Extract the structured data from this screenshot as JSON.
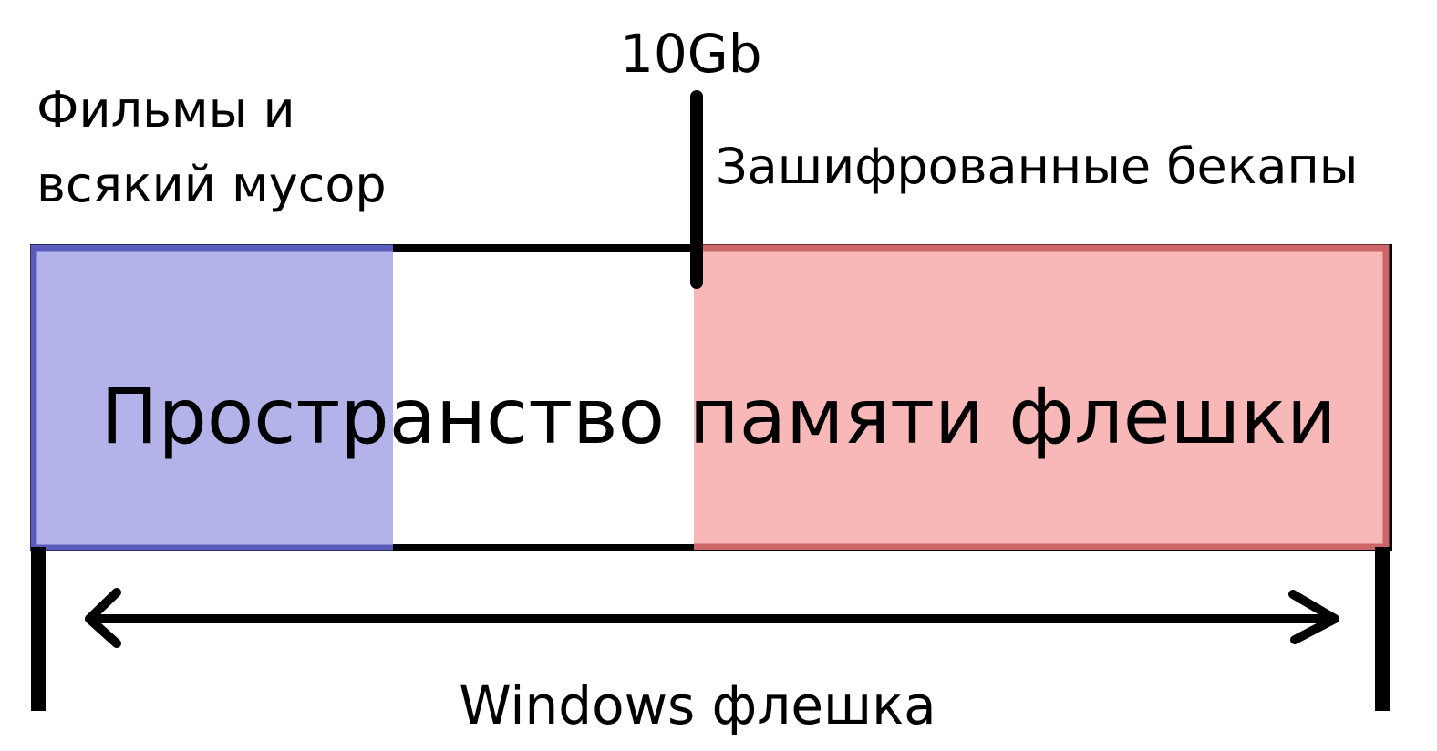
{
  "labels": {
    "marker": "10Gb",
    "left_line1": "Фильмы и",
    "left_line2": "всякий мусор",
    "right": "Зашифрованные бекапы",
    "center": "Пространство памяти флешки",
    "bottom": "Windows флешка"
  },
  "colors": {
    "left_segment_fill": "#b3b3ea",
    "left_segment_border": "#5b5bbb",
    "right_segment_fill": "#f9b8b8",
    "right_segment_border": "#cc6666",
    "outline": "#000000"
  }
}
